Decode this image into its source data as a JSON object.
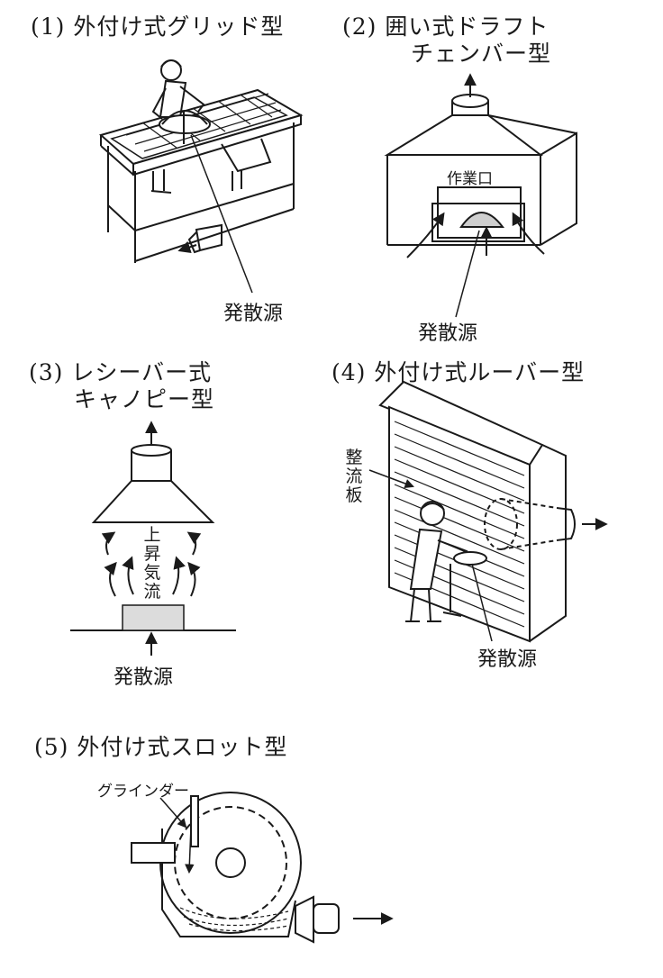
{
  "panels": [
    {
      "title_line1": "(1) 外付け式グリッド型",
      "source_label": "発散源"
    },
    {
      "title_line1": "(2) 囲い式ドラフト",
      "title_line2": "チェンバー型",
      "opening_label": "作業口",
      "source_label": "発散源"
    },
    {
      "title_line1": "(3) レシーバー式",
      "title_line2": "キャノピー型",
      "airflow_label": "上昇気流",
      "source_label": "発散源"
    },
    {
      "title_line1": "(4) 外付け式ルーバー型",
      "baffle_label": "整流板",
      "source_label": "発散源"
    },
    {
      "title_line1": "(5) 外付け式スロット型",
      "grinder_label": "グラインダー"
    }
  ]
}
